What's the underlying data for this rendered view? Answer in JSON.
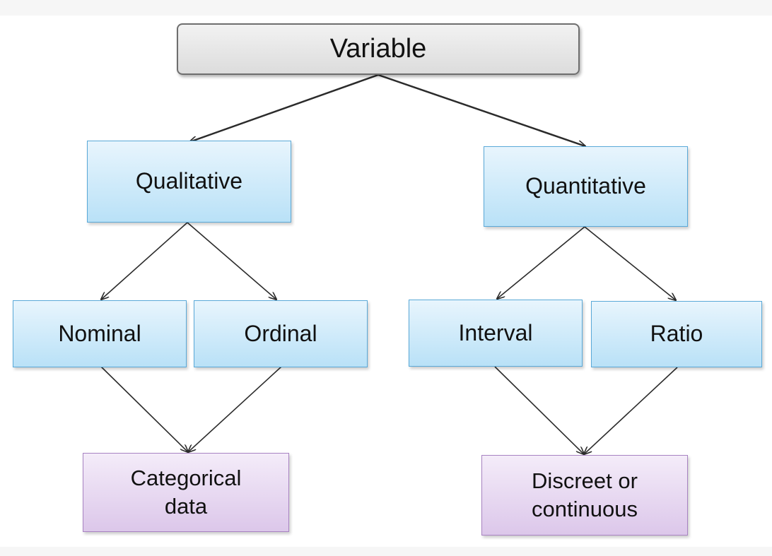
{
  "diagram": {
    "nodes": {
      "variable": "Variable",
      "qualitative": "Qualitative",
      "quantitative": "Quantitative",
      "nominal": "Nominal",
      "ordinal": "Ordinal",
      "interval": "Interval",
      "ratio": "Ratio",
      "categorical": "Categorical\ndata",
      "discreet": "Discreet or\ncontinuous"
    },
    "edges": [
      [
        "variable",
        "qualitative"
      ],
      [
        "variable",
        "quantitative"
      ],
      [
        "qualitative",
        "nominal"
      ],
      [
        "qualitative",
        "ordinal"
      ],
      [
        "quantitative",
        "interval"
      ],
      [
        "quantitative",
        "ratio"
      ],
      [
        "nominal",
        "categorical"
      ],
      [
        "ordinal",
        "categorical"
      ],
      [
        "interval",
        "discreet"
      ],
      [
        "ratio",
        "discreet"
      ]
    ],
    "colors": {
      "root_fill": "#e6e6e6",
      "level_fill": "#cdeafb",
      "level_border": "#5aa9d8",
      "leaf_fill": "#e7d8f1",
      "leaf_border": "#a883c2",
      "arrow": "#2b2b2b"
    }
  }
}
